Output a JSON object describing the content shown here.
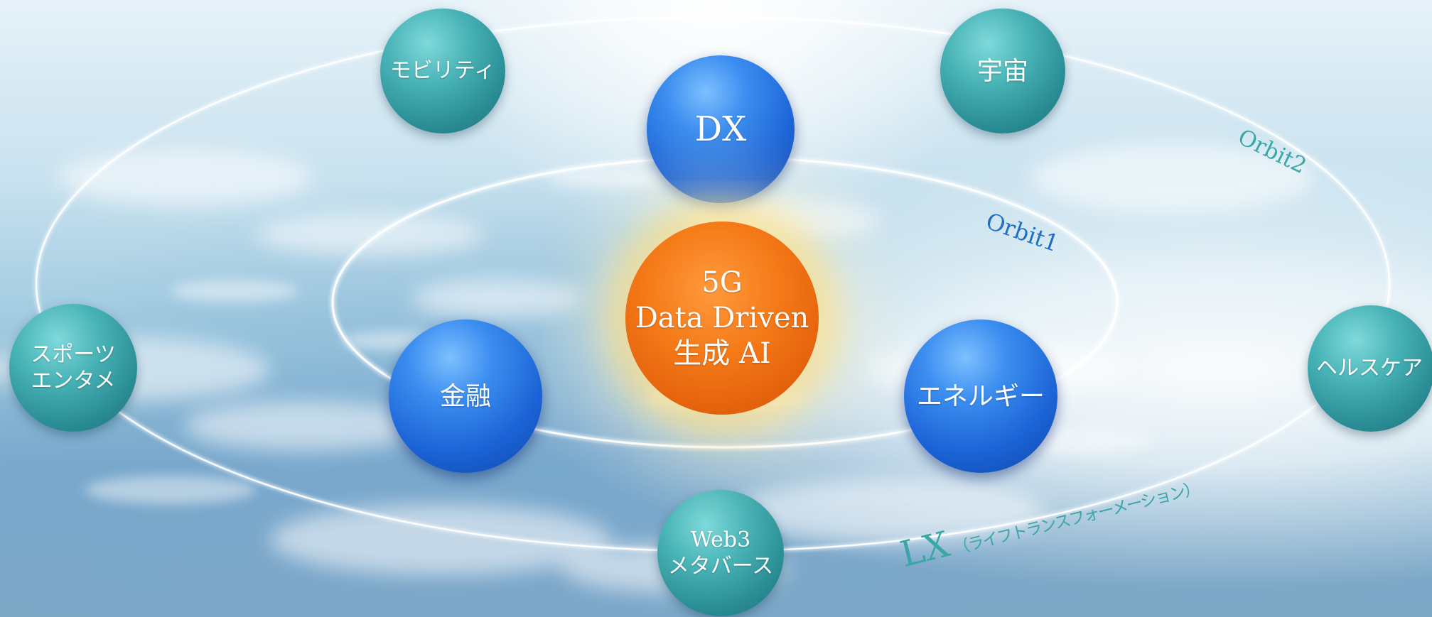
{
  "core": {
    "lines": [
      "5G",
      "Data Driven",
      "生成 AI"
    ]
  },
  "inner_nodes": {
    "dx": "DX",
    "finance": "金融",
    "energy": "エネルギー"
  },
  "outer_nodes": {
    "mobility": "モビリティ",
    "space": "宇宙",
    "sports": [
      "スポーツ",
      "エンタメ"
    ],
    "healthcare": "ヘルスケア",
    "web3": [
      "Web3",
      "メタバース"
    ]
  },
  "orbits": {
    "orbit1": "Orbit1",
    "orbit2": "Orbit2"
  },
  "lx": {
    "main": "LX",
    "sub": "（ライフトランスフォーメーション）"
  },
  "colors": {
    "teal": "#2a8d95",
    "blue": "#1b63d6",
    "core": "#f57a18",
    "orbit_label": "#1f6fc2",
    "lx_label": "#3aa7a6"
  }
}
